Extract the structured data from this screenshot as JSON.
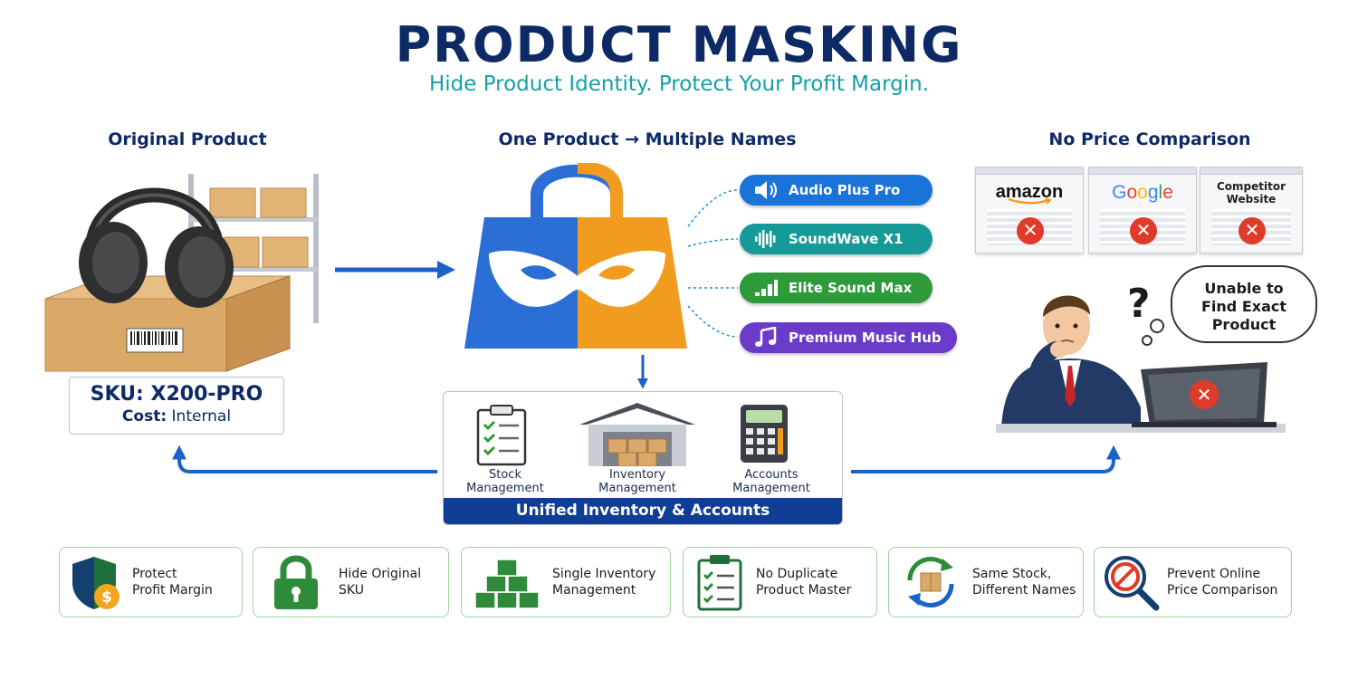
{
  "header": {
    "title": "PRODUCT MASKING",
    "subtitle": "Hide Product Identity. Protect Your Profit Margin."
  },
  "sections": {
    "original": "Original Product",
    "multiple": "One Product → Multiple Names",
    "no_compare": "No Price Comparison"
  },
  "sku": {
    "label": "SKU:",
    "value": "X200-PRO",
    "cost_label": "Cost:",
    "cost_value": "Internal"
  },
  "names": [
    {
      "label": "Audio Plus Pro",
      "color": "#1a73d9",
      "icon": "speaker-icon"
    },
    {
      "label": "SoundWave X1",
      "color": "#169a98",
      "icon": "soundwave-icon"
    },
    {
      "label": "Elite Sound Max",
      "color": "#2f9a3a",
      "icon": "equalizer-icon"
    },
    {
      "label": "Premium Music Hub",
      "color": "#6a3bc9",
      "icon": "music-note-icon"
    }
  ],
  "unified": {
    "stock": [
      "Stock",
      "Management"
    ],
    "inventory": [
      "Inventory",
      "Management"
    ],
    "accounts": [
      "Accounts",
      "Management"
    ],
    "bar": "Unified Inventory & Accounts"
  },
  "sites": {
    "amazon": "amazon",
    "google": [
      "G",
      "o",
      "o",
      "g",
      "l",
      "e"
    ],
    "competitor": [
      "Competitor",
      "Website"
    ]
  },
  "bubble": [
    "Unable to",
    "Find Exact",
    "Product"
  ],
  "features": [
    {
      "lines": [
        "Protect",
        "Profit Margin"
      ],
      "icon": "shield-dollar-icon"
    },
    {
      "lines": [
        "Hide Original",
        "SKU"
      ],
      "icon": "padlock-icon"
    },
    {
      "lines": [
        "Single Inventory",
        "Management"
      ],
      "icon": "stacked-boxes-icon"
    },
    {
      "lines": [
        "No Duplicate",
        "Product Master"
      ],
      "icon": "clipboard-check-icon"
    },
    {
      "lines": [
        "Same Stock,",
        "Different Names"
      ],
      "icon": "cycle-box-icon"
    },
    {
      "lines": [
        "Prevent Online",
        "Price Comparison"
      ],
      "icon": "no-search-icon"
    }
  ],
  "colors": {
    "navy": "#0d2a66",
    "teal": "#14a0a6",
    "arrow_blue": "#1a63c9",
    "feature_border": "#9fd39e",
    "error_red": "#e03b2a"
  }
}
